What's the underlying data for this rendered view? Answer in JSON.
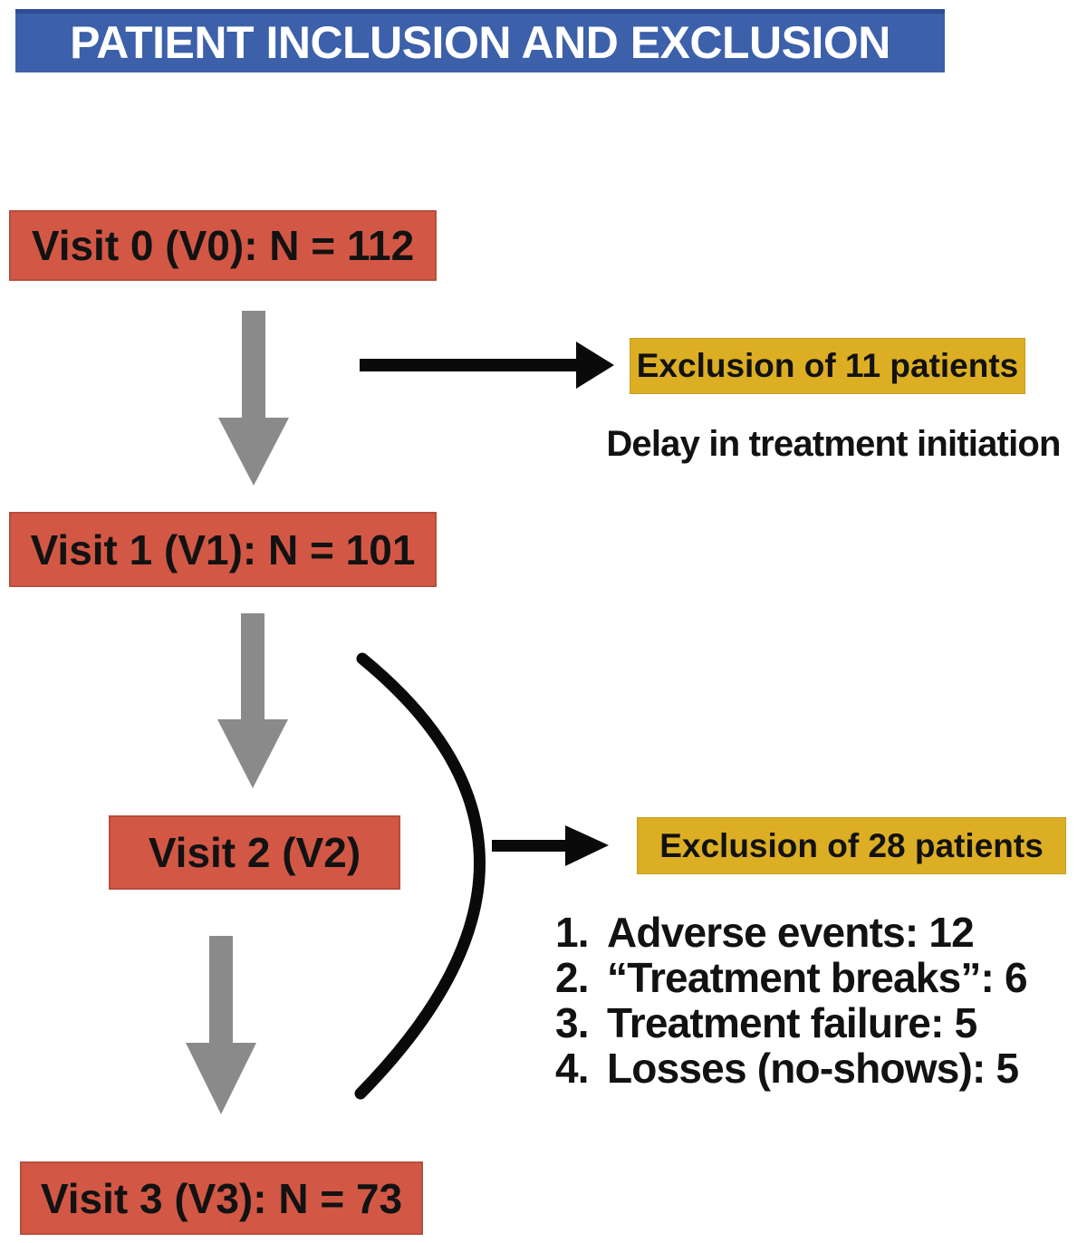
{
  "title": "PATIENT INCLUSION AND EXCLUSION",
  "colors": {
    "banner_blue": "#3c60aa",
    "visit_box_red": "#d25845",
    "exclusion_box_gold": "#dcae24",
    "arrow_gray": "#8a8a8a",
    "arrow_black": "#0a0a0a",
    "text_black": "#121212",
    "title_text_white": "#ffffff"
  },
  "nodes": {
    "visit0": {
      "label": "Visit 0 (V0): N = 112"
    },
    "visit1": {
      "label": "Visit 1 (V1): N = 101"
    },
    "visit2": {
      "label": "Visit 2 (V2)"
    },
    "visit3": {
      "label": "Visit 3 (V3): N = 73"
    }
  },
  "exclusions": {
    "first": {
      "label": "Exclusion of 11 patients",
      "reason": "Delay in treatment initiation"
    },
    "second": {
      "label": "Exclusion of 28 patients",
      "reasons": [
        {
          "num": "1.",
          "text": "Adverse events: 12"
        },
        {
          "num": "2.",
          "text": "“Treatment breaks”: 6"
        },
        {
          "num": "3.",
          "text": "Treatment failure: 5"
        },
        {
          "num": "4.",
          "text": "Losses (no-shows): 5"
        }
      ]
    }
  }
}
